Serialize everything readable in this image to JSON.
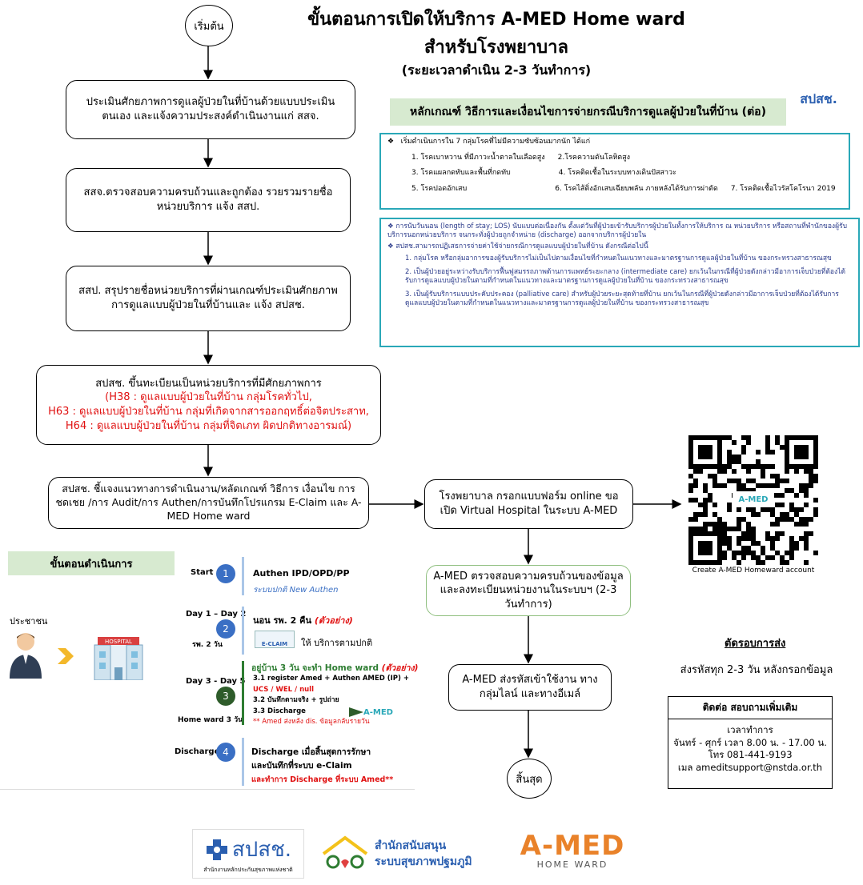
{
  "title": {
    "line1": "ขั้นตอนการเปิดให้บริการ A-MED Home ward",
    "line2": "สำหรับโรงพยาบาล",
    "line3": "(ระยะเวลาดำเนิน 2-3 วันทำการ)"
  },
  "flow": {
    "start": "เริ่มต้น",
    "end": "สิ้นสุด",
    "step1": "ประเมินศักยภาพการดูแลผู้ป่วยในที่บ้านด้วยแบบประเมินตนเอง และแจ้งความประสงค์ดำเนินงานแก่ สสจ.",
    "step2": "สสจ.ตรวจสอบความครบถ้วนและถูกต้อง รวยรวมรายชื่อหน่วยบริการ แจ้ง สสป.",
    "step3": "สสป. สรุปรายชื่อหน่วยบริการที่ผ่านเกณฑ์ประเมินศักยภาพ การดูแลแบบผู้ป่วยในที่บ้านและ แจ้ง สปสช.",
    "step4_main": "สปสช. ขึ้นทะเบียนเป็นหน่วยบริการที่มีศักยภาพการ",
    "step4_h38": "(H38 : ดูแลแบบผู้ป่วยในที่บ้าน กลุ่มโรคทั่วไป,",
    "step4_h63": "H63 : ดูแลแบบผู้ป่วยในที่บ้าน กลุ่มที่เกิดจากสารออกฤทธิ์ต่อจิตประสาท,",
    "step4_h64": "H64 : ดูแลแบบผู้ป่วยในที่บ้าน กลุ่มที่จิตเภท ผิดปกติทางอารมณ์)",
    "step5": "สปสช. ชี้แจงแนวทางการดำเนินงาน/หลัดเกณฑ์ วิธีการ เงื่อนไข การชดเชย /การ Audit/การ Authen/การบันทึกโปรแกรม E-Claim และ A-MED Home ward",
    "step6": "โรงพยาบาล กรอกแบบฟอร์ม online ขอเปิด Virtual Hospital ในระบบ A-MED",
    "step7": "A-MED ตรวจสอบความครบถ้วนของข้อมูล และลงทะเบียนหน่วยงานในระบบฯ (2-3 วันทำการ)",
    "step8": "A-MED ส่งรหัสเข้าใช้งาน ทางกลุ่มไลน์ และทางอีเมล์"
  },
  "qr": {
    "caption": "Create A-MED Homeward account",
    "logo": "A-MED"
  },
  "criteria": {
    "header": "หลักเกณฑ์ วิธีการและเงื่อนไขการจ่ายกรณีบริการดูแลผู้ป่วยในที่บ้าน (ต่อ)",
    "box1_intro": "เริ่มดำเนินการใน 7 กลุ่มโรคที่ไม่มีความซับซ้อนมากนัก ได้แก่",
    "diseases": [
      "1. โรคเบาหวาน ที่มีภาวะน้ำตาลในเลือดสูง",
      "2.โรคความดันโลหิตสูง",
      "3. โรคแผลกดทับและพื้นที่กดทับ",
      "4. โรคติดเชื้อในระบบทางเดินปัสสาวะ",
      "5. โรคปอดอักเสบ",
      "6. โรคไส้ติ่งอักเสบเฉียบพลัน ภายหลังได้รับการผ่าตัด",
      "7. โรคติดเชื้อไวรัสโคโรนา 2019"
    ],
    "box2_p1": "การนับวันนอน (length of stay; LOS) นับแบบต่อเนื่องกัน ตั้งแต่วันที่ผู้ป่วยเข้ารับบริการผู้ป่วยในทั้งการให้บริการ ณ หน่วยบริการ หรือสถานที่พำนักของผู้รับบริการนอกหน่วยบริการ จนกระทั่งผู้ป่วยถูกจำหน่าย (discharge) ออกจากบริการผู้ป่วยใน",
    "box2_p2": "สปสช.สามารถปฏิเสธการจ่ายค่าใช้จ่ายกรณีการดูแลแบบผู้ป่วยในที่บ้าน ดังกรณีต่อไปนี้",
    "box2_items": [
      "1. กลุ่มโรค หรือกลุ่มอาการของผู้รับบริการไม่เป็นไปตามเงื่อนไขที่กำหนดในแนวทางและมาตรฐานการดูแลผู้ป่วยในที่บ้าน ของกระทรวงสาธารณสุข",
      "2. เป็นผู้ป่วยอยู่ระหว่างรับบริการฟื้นฟูสมรรถภาพด้านการแพทย์ระยะกลาง (intermediate care) ยกเว้นในกรณีที่ผู้ป่วยดังกล่าวมีอาการเจ็บป่วยที่ต้องได้รับการดูแลแบบผู้ป่วยในตามที่กำหนดในแนวทางและมาตรฐานการดูแลผู้ป่วยในที่บ้าน ของกระทรวงสาธารณสุข",
      "3. เป็นผู้รับบริการแบบประคับประคอง (palliative care) สำหรับผู้ป่วยระยะสุดท้ายที่บ้าน ยกเว้นในกรณีที่ผู้ป่วยดังกล่าวมีอาการเจ็บป่วยที่ต้องได้รับการดูแลแบบผู้ป่วยในตามที่กำหนดในแนวทางและมาตรฐานการดูแลผู้ป่วยในที่บ้าน ของกระทรวงสาธารณสุข"
    ],
    "nhso_logo": "สปสช."
  },
  "process": {
    "banner": "ขั้นตอนดำเนินการ",
    "person": "ประชาชน",
    "hospital": "HOSPITAL",
    "start_label": "Start",
    "start_num": "1",
    "start_title": "Authen IPD/OPD/PP",
    "start_sub": "ระบบปกติ New Authen",
    "day12_label": "Day 1 – Day 2",
    "day12_num": "2",
    "day12_sub": "รพ. 2 วัน",
    "day12_title": "นอน รพ. 2 คืน",
    "day12_example": "(ตัวอย่าง)",
    "day12_eclaim": "E-CLAIM",
    "day12_desc": "ให้ บริการตามปกติ",
    "day35_label": "Day 3 - Day 5",
    "day35_num": "3",
    "day35_sub": "Home ward 3 วัน",
    "day35_title": "อยู่บ้าน 3 วัน จะทำ Home ward",
    "day35_example": "(ตัวอย่าง)",
    "day35_l1": "3.1 register Amed + Authen AMED (IP) +",
    "day35_l2": "UCS / WEL / null",
    "day35_l3": "3.2 บันทึกตามจริง + รูปถ่าย",
    "day35_l4": "3.3 Discharge",
    "day35_note": "** Amed ส่งหลัง dis. ข้อมูลกลับรายวัน",
    "day35_logo": "A-MED",
    "discharge_label": "Discharge",
    "discharge_num": "4",
    "discharge_l1": "Discharge เมื่อสิ้นสุดการรักษา",
    "discharge_l2": "และบันทึกที่ระบบ e-Claim",
    "discharge_l3": "และทำการ Discharge ที่ระบบ Amed**"
  },
  "cutoff": {
    "title": "ตัดรอบการส่ง",
    "text": "ส่งรหัสทุก 2-3 วัน หลังกรอกข้อมูล"
  },
  "contact": {
    "title": "ติดต่อ สอบถามเพิ่มเติม",
    "hours_label": "เวลาทำการ",
    "hours": "จันทร์ - ศุกร์ เวลา 8.00 น. - 17.00 น.",
    "phone": "โทร 081-441-9193",
    "email": "เมล ameditsupport@nstda.or.th"
  },
  "footer": {
    "nhso": "สปสช.",
    "nhso_sub": "สำนักงานหลักประกันสุขภาพแห่งชาติ",
    "phc_l1": "สำนักสนับสนุน",
    "phc_l2": "ระบบสุขภาพปฐมภูมิ",
    "amed": "A-MED",
    "amed_sub": "HOME WARD"
  },
  "colors": {
    "red": "#e01010",
    "teal": "#2aa8b8",
    "banner": "#d7ead0",
    "blue": "#3a6fc4",
    "green": "#2e7d32"
  }
}
